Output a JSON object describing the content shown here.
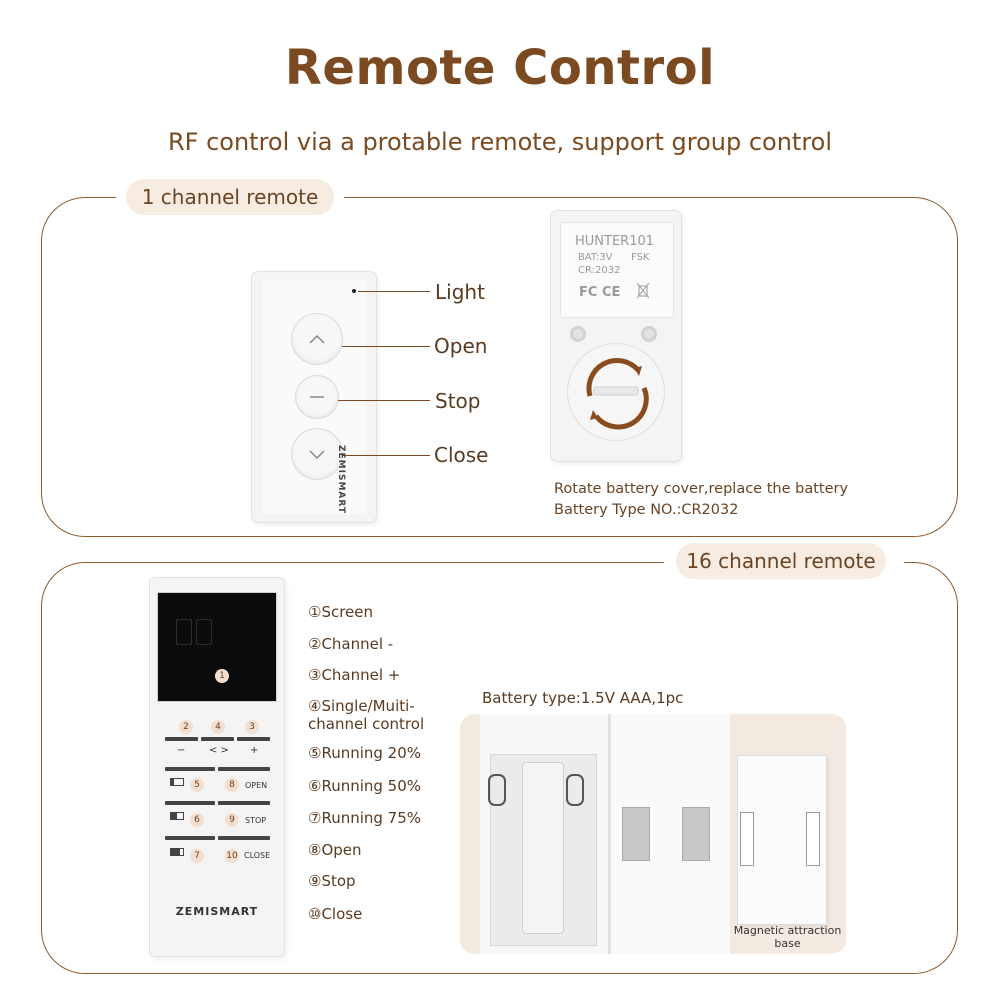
{
  "header": {
    "title": "Remote Control",
    "subtitle": "RF control via a protable remote, support group control"
  },
  "section1": {
    "label": "1 channel remote",
    "callouts": {
      "light": "Light",
      "open": "Open",
      "stop": "Stop",
      "close": "Close"
    },
    "remote_brand": "ZEMISMART",
    "back_print": {
      "model": "HUNTER101",
      "bat": "BAT:3V",
      "fsk": "FSK",
      "cr": "CR:2032",
      "marks": "FC CE"
    },
    "note_line1": "Rotate battery cover,replace the battery",
    "note_line2": "Battery Type NO.:CR2032",
    "colors": {
      "accent": "#7b4a20",
      "pill_bg": "#f6ece2"
    }
  },
  "section2": {
    "label": "16 channel remote",
    "remote_brand": "ZEMISMART",
    "numbers": [
      "1",
      "2",
      "3",
      "4",
      "5",
      "6",
      "7",
      "8",
      "9",
      "10"
    ],
    "key_labels": {
      "minus": "−",
      "toggle": "< >",
      "plus": "+",
      "open": "OPEN",
      "stop": "STOP",
      "close": "CLOSE"
    },
    "legend": [
      "①Screen",
      "②Channel -",
      "③Channel +",
      "④Single/Muiti-",
      "channel control",
      "⑤Running 20%",
      "⑥Running 50%",
      "⑦Running 75%",
      "⑧Open",
      "⑨Stop",
      "⑩Close"
    ],
    "battery_type": "Battery type:1.5V AAA,1pc",
    "magnet_note_line1": "Magnetic attraction",
    "magnet_note_line2": "base"
  }
}
